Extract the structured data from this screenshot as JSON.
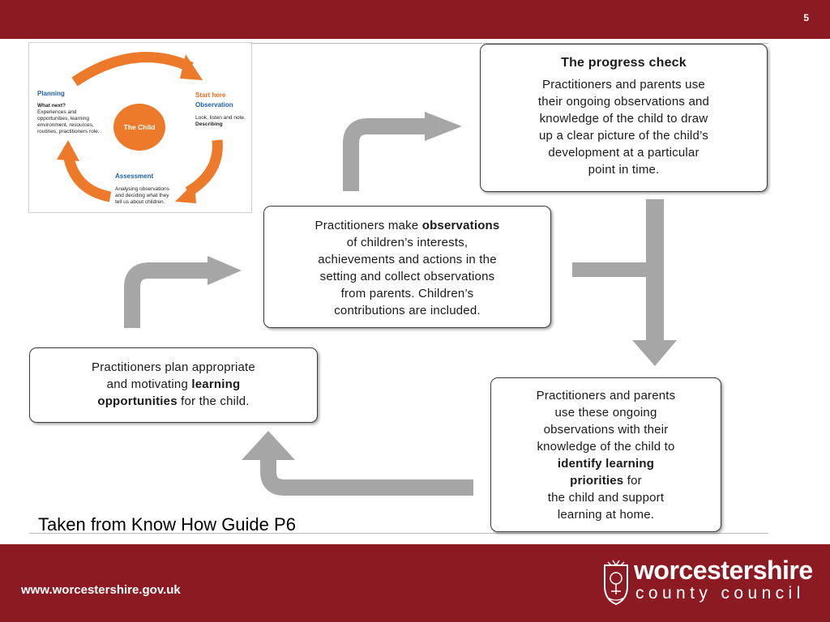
{
  "slide": {
    "number": "5"
  },
  "cycle_graphic": {
    "center": "The Child",
    "planning": {
      "title": "Planning",
      "subtitle": "What next?",
      "lines": [
        "Experiences and",
        "opportunities, learning",
        "environment, resources,",
        "routines, practitioners role."
      ]
    },
    "observation": {
      "start": "Start here",
      "title": "Observation",
      "lines": [
        "Look, listen and note.",
        "Describing"
      ]
    },
    "assessment": {
      "title": "Assessment",
      "lines": [
        "Analysing observations",
        "and deciding what they",
        "tell us about children."
      ]
    }
  },
  "progress_check": {
    "title": "The progress check",
    "lines": [
      "Practitioners and parents use",
      "their ongoing observations and",
      "knowledge of the child to draw",
      "up a clear picture of the child’s",
      "development at a particular",
      "point in time."
    ]
  },
  "observations_box": {
    "prefix": "Practitioners make ",
    "bold": "observations",
    "lines": [
      "of children’s interests,",
      "achievements and actions in the",
      "setting and collect observations",
      "from parents. Children’s",
      "contributions are included."
    ]
  },
  "plan_box": {
    "line1": "Practitioners plan appropriate",
    "line2_prefix": "and motivating ",
    "line2_bold": "learning",
    "line3_bold": "opportunities",
    "line3_suffix": " for the child."
  },
  "priorities_box": {
    "lines_before": [
      "Practitioners and parents",
      "use these ongoing",
      "observations with their",
      "knowledge of the child to"
    ],
    "bold1": "identify learning",
    "bold2": "priorities",
    "bold2_suffix": " for",
    "lines_after": [
      "the child and support",
      "learning at home."
    ]
  },
  "caption": "Taken from Know How Guide P6",
  "footer": {
    "website": "www.worcestershire.gov.uk",
    "logo_word": "worcestershire",
    "logo_sub": "county council"
  },
  "colors": {
    "band": "#8b1a22",
    "arrow": "#a6a6a6",
    "cycle_orange": "#ec7a2a",
    "planning_blue": "#1f5fa8"
  }
}
